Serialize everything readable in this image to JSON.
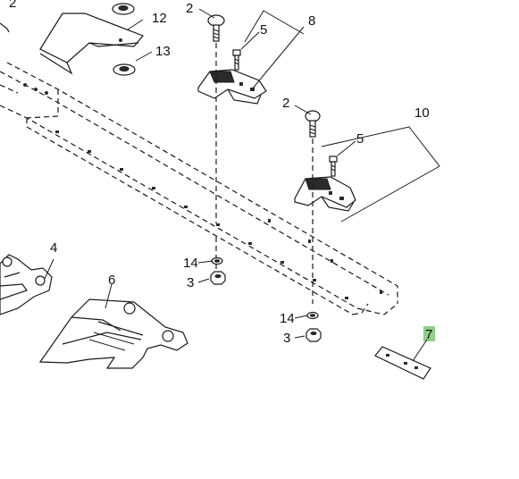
{
  "callouts": {
    "c2_topleft": "2",
    "c12": "12",
    "c13": "13",
    "c2_a": "2",
    "c5_a": "5",
    "c8": "8",
    "c2_b": "2",
    "c5_b": "5",
    "c10": "10",
    "c4": "4",
    "c6": "6",
    "c14_a": "14",
    "c3_a": "3",
    "c14_b": "14",
    "c3_b": "3",
    "c7": "7"
  },
  "colors": {
    "line": "#1a1a1a",
    "highlight_7": "#8fcf8a"
  }
}
